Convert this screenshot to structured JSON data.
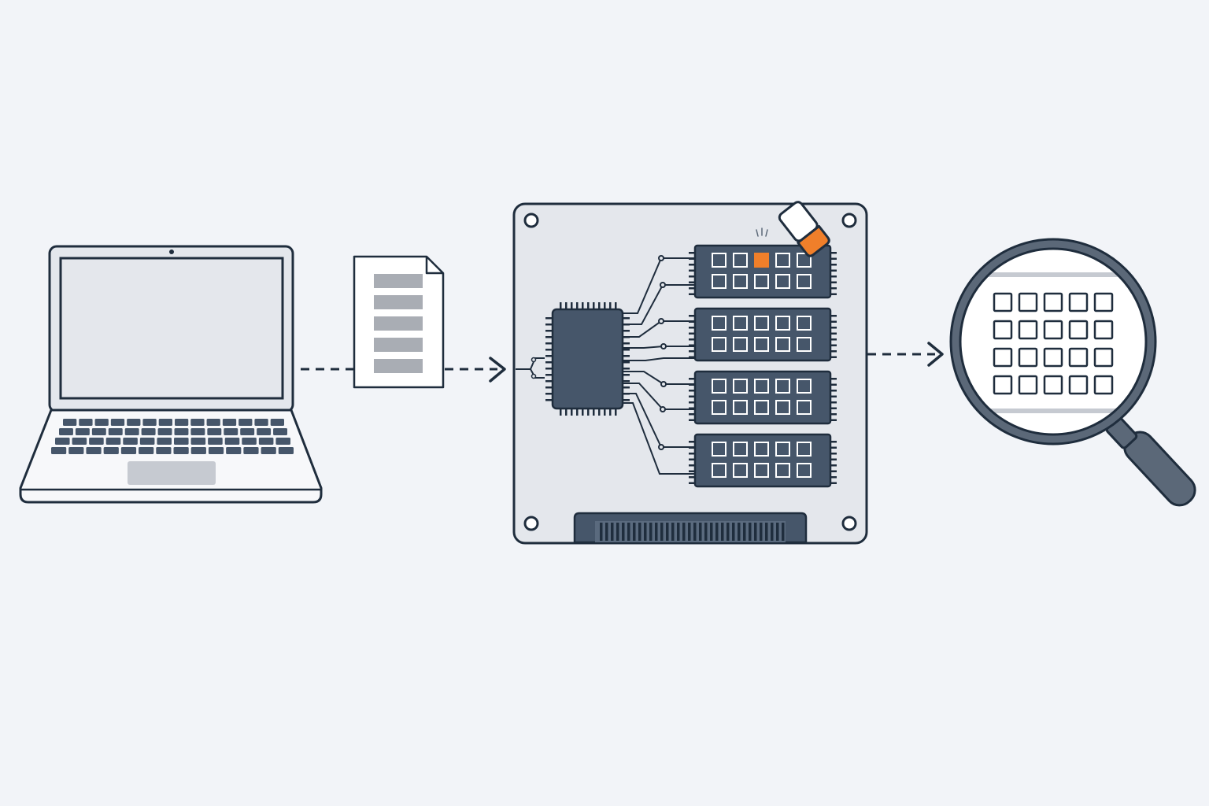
{
  "colors": {
    "background": "#f2f4f8",
    "outline": "#1f2d3d",
    "chip": "#46566a",
    "board": "#e4e7ec",
    "screen": "#e4e7ec",
    "panel": "#f7f8fa",
    "touchpad": "#c6cad1",
    "doc_bar": "#a9adb4",
    "accent": "#f07f2a",
    "eraser_white": "#ffffff",
    "magnifier_rim": "#5b6878",
    "white": "#ffffff"
  },
  "nodes": [
    {
      "name": "laptop",
      "icon": "laptop-icon"
    },
    {
      "name": "document",
      "icon": "document-icon",
      "bars": 5
    },
    {
      "name": "ssd-board",
      "icon": "ssd-board-icon"
    },
    {
      "name": "magnifier",
      "icon": "magnifying-glass-icon"
    }
  ],
  "memory_modules": {
    "count": 4,
    "rows_per_module": 2,
    "cells_per_row": 5,
    "highlighted_cell": {
      "module": 1,
      "row": 1,
      "cell": 3
    }
  },
  "magnified_grid": {
    "rows": 4,
    "cols": 5
  },
  "arrows": [
    {
      "from": "laptop",
      "to": "ssd-board",
      "style": "dashed"
    },
    {
      "from": "ssd-board",
      "to": "magnifier",
      "style": "dashed"
    }
  ]
}
